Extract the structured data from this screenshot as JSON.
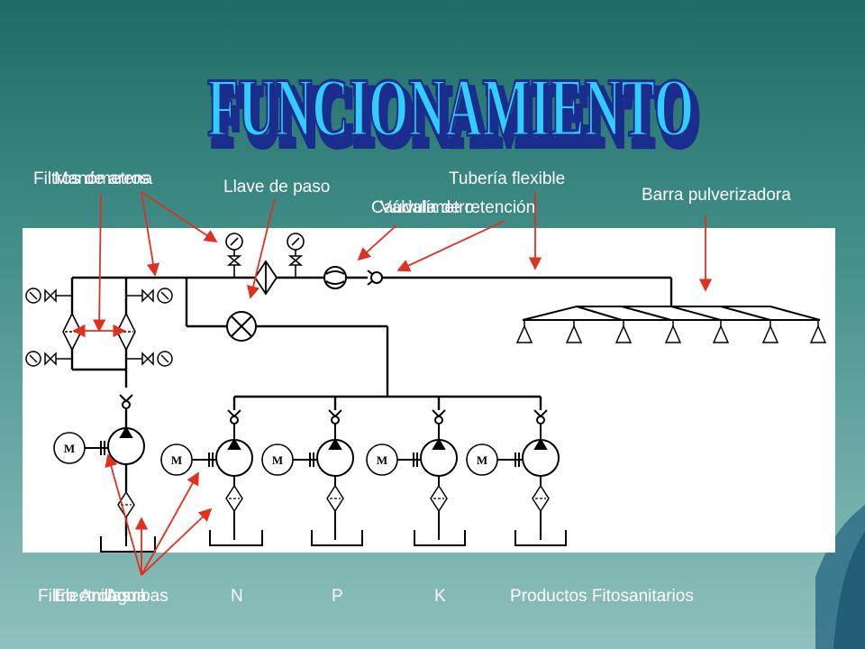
{
  "slide": {
    "title": "FUNCIONAMIENTO",
    "labels": {
      "filtros_arena": "Filtros de arena",
      "manometros": "Manómetros",
      "llave_paso": "Llave de paso",
      "tuberia_flexible": "Tubería flexible",
      "caudalimetro": "Caudalímetro",
      "valvula_retencion": "Válvula de retención",
      "barra_pulverizadora": "Barra pulverizadora",
      "filtro_anillas": "Filtro Anillas",
      "electrobombas": "Electrobombas",
      "agua": "Agua",
      "n": "N",
      "p": "P",
      "k": "K",
      "productos": "Productos Fitosanitarios"
    },
    "motor_letter": "M"
  },
  "colors": {
    "title_fill": "#33ccff",
    "title_outline": "#1a2c8c",
    "arrow": "#e03020",
    "line": "#000000"
  }
}
